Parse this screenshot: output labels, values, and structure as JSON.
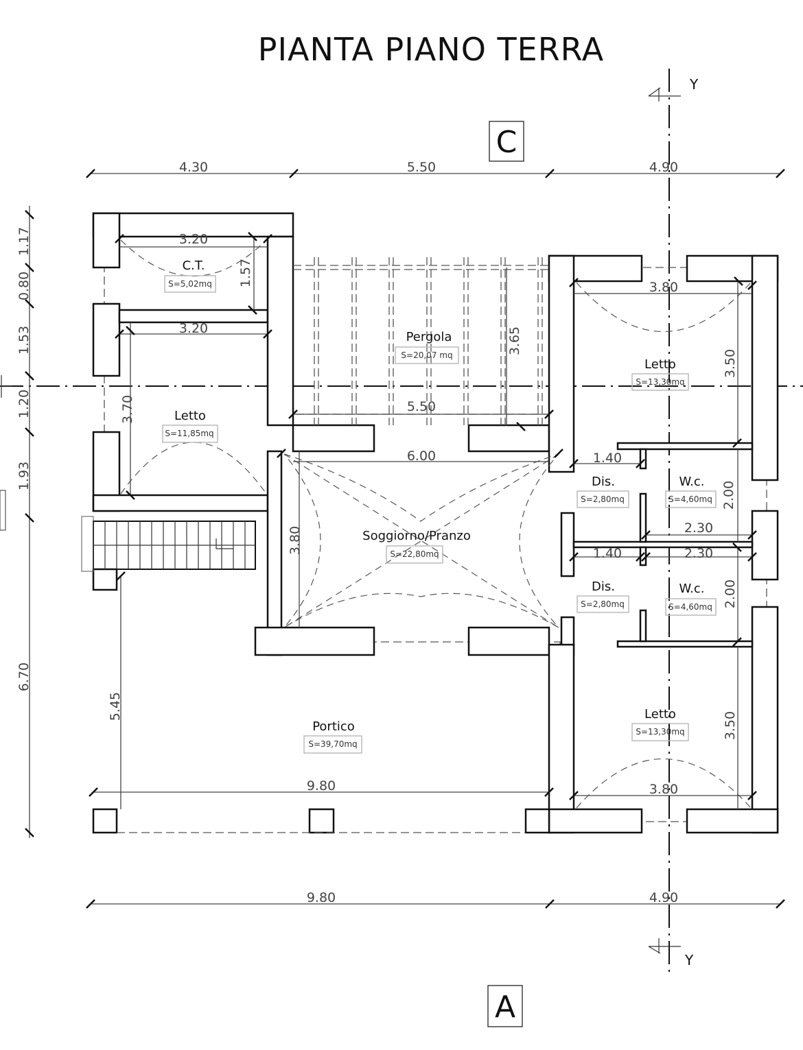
{
  "title": "PIANTA PIANO TERRA",
  "markers": {
    "top_section": "C",
    "bottom_section": "A",
    "axis_top": "Y",
    "axis_bottom": "Y"
  },
  "dimensions": {
    "top": [
      "4.30",
      "5.50",
      "4.90"
    ],
    "bottom": [
      "9.80",
      "4.90"
    ],
    "left": [
      "1.17",
      "0.80",
      "1.53",
      "1.20",
      "1.93",
      "6.70"
    ]
  },
  "rooms": [
    {
      "name": "C.T.",
      "area": "S=5,02mq"
    },
    {
      "name": "Letto",
      "area": "S=11,85mq"
    },
    {
      "name": "Pergola",
      "area": "S=20,07 mq"
    },
    {
      "name": "Letto",
      "area": "S=13,30mq"
    },
    {
      "name": "Soggiorno/Pranzo",
      "area": "S=22,80mq"
    },
    {
      "name": "Dis.",
      "area": "S=2,80mq"
    },
    {
      "name": "W.c.",
      "area": "S=4,60mq"
    },
    {
      "name": "Dis.",
      "area": "S=2,80mq"
    },
    {
      "name": "W.c.",
      "area": "S=4,60mq"
    },
    {
      "name": "Portico",
      "area": "S=39,70mq"
    },
    {
      "name": "Letto",
      "area": "S=13,30mq"
    }
  ],
  "inner_dims": {
    "ct_width": "3.20",
    "ct_height": "1.57",
    "letto1_width": "3.20",
    "letto1_height": "3.70",
    "pergola_height": "3.65",
    "pergola_width": "5.50",
    "soggiorno_width": "6.00",
    "soggiorno_height": "3.80",
    "letto2_width": "3.80",
    "letto2_height": "3.50",
    "dis1_width": "1.40",
    "wc1_height": "2.00",
    "wc1_width": "2.30",
    "dis2_width": "1.40",
    "wc2_width": "2.30",
    "wc2_height": "2.00",
    "letto3_height": "3.50",
    "letto3_width": "3.80",
    "portico_height": "5.45",
    "portico_width": "9.80"
  }
}
